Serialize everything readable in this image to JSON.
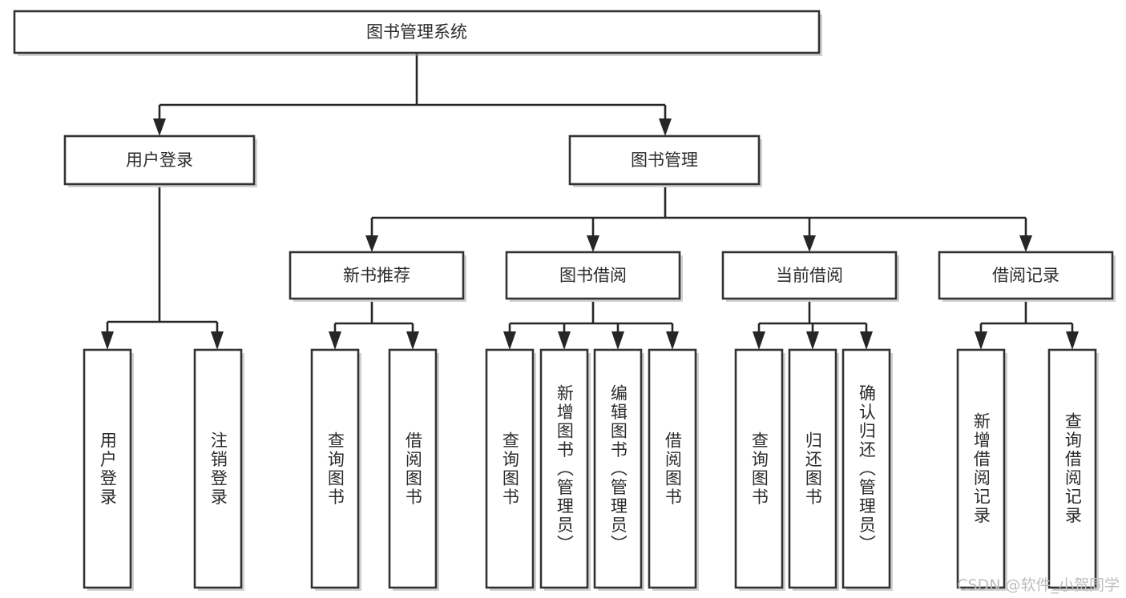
{
  "diagram": {
    "title": "图书管理系统",
    "type": "tree-hierarchy-chart",
    "theme": {
      "background": "#ffffff",
      "box_fill": "#ffffff",
      "box_stroke": "#333333",
      "connector": "#262626",
      "text": "#2b2b2b",
      "watermark": "#bdbdbd"
    },
    "root": {
      "label": "图书管理系统",
      "orientation": "horizontal"
    },
    "level2": [
      {
        "label": "用户登录",
        "orientation": "horizontal"
      },
      {
        "label": "图书管理",
        "orientation": "horizontal"
      }
    ],
    "level3": [
      {
        "label": "新书推荐",
        "orientation": "horizontal",
        "parent": "图书管理"
      },
      {
        "label": "图书借阅",
        "orientation": "horizontal",
        "parent": "图书管理"
      },
      {
        "label": "当前借阅",
        "orientation": "horizontal",
        "parent": "图书管理"
      },
      {
        "label": "借阅记录",
        "orientation": "horizontal",
        "parent": "图书管理"
      }
    ],
    "leaves": [
      {
        "label": "用户登录",
        "orientation": "vertical",
        "parent": "用户登录"
      },
      {
        "label": "注销登录",
        "orientation": "vertical",
        "parent": "用户登录"
      },
      {
        "label": "查询图书",
        "orientation": "vertical",
        "parent": "新书推荐"
      },
      {
        "label": "借阅图书",
        "orientation": "vertical",
        "parent": "新书推荐"
      },
      {
        "label": "查询图书",
        "orientation": "vertical",
        "parent": "图书借阅"
      },
      {
        "label": "新增图书（管理员）",
        "orientation": "vertical",
        "parent": "图书借阅"
      },
      {
        "label": "编辑图书（管理员）",
        "orientation": "vertical",
        "parent": "图书借阅"
      },
      {
        "label": "借阅图书",
        "orientation": "vertical",
        "parent": "图书借阅"
      },
      {
        "label": "查询图书",
        "orientation": "vertical",
        "parent": "当前借阅"
      },
      {
        "label": "归还图书",
        "orientation": "vertical",
        "parent": "当前借阅"
      },
      {
        "label": "确认归还（管理员）",
        "orientation": "vertical",
        "parent": "当前借阅"
      },
      {
        "label": "新增借阅记录",
        "orientation": "vertical",
        "parent": "借阅记录"
      },
      {
        "label": "查询借阅记录",
        "orientation": "vertical",
        "parent": "借阅记录"
      }
    ],
    "watermark": "CSDN @软件_小贺同学"
  }
}
